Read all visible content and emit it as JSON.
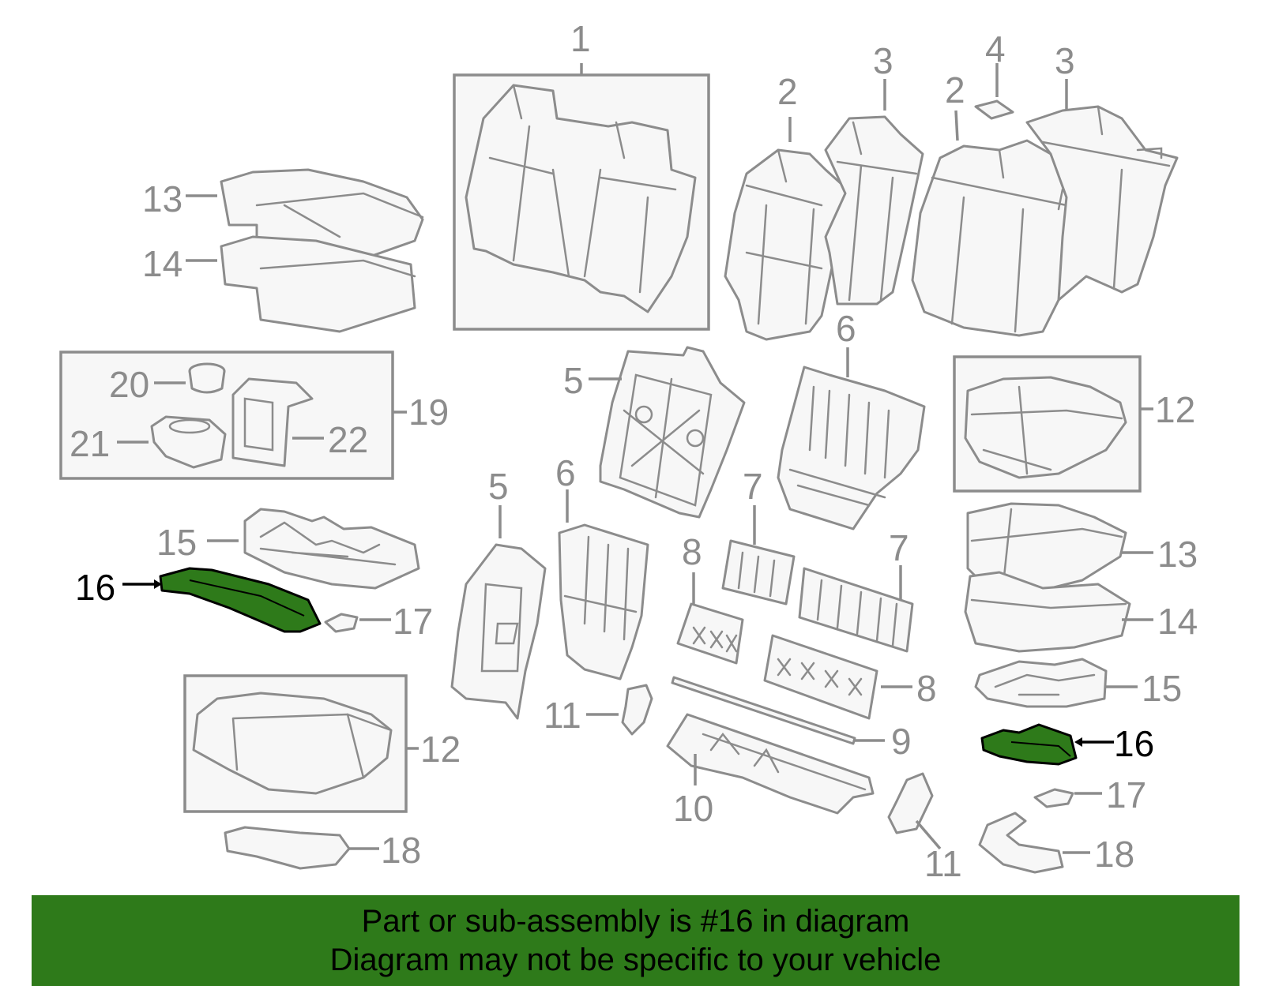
{
  "colors": {
    "part_stroke": "#8c8c8c",
    "highlight_fill": "#2e7a1a",
    "banner_bg": "#2e7a1a",
    "label_text": "#8c8c8c",
    "highlight_text": "#000000"
  },
  "labels": {
    "l1": "1",
    "l2a": "2",
    "l3a": "3",
    "l4": "4",
    "l2b": "2",
    "l3b": "3",
    "l13a": "13",
    "l14a": "14",
    "l20": "20",
    "l21": "21",
    "l22": "22",
    "l19": "19",
    "l5a": "5",
    "l6a": "6",
    "l12a": "12",
    "l15a": "15",
    "l16a": "16",
    "l17a": "17",
    "l5b": "5",
    "l6b": "6",
    "l7a": "7",
    "l8a": "8",
    "l7b": "7",
    "l13b": "13",
    "l14b": "14",
    "l8b": "8",
    "l15b": "15",
    "l11a": "11",
    "l9": "9",
    "l16b": "16",
    "l12b": "12",
    "l10": "10",
    "l17b": "17",
    "l11b": "11",
    "l18a": "18",
    "l18b": "18"
  },
  "banner": {
    "line1": "Part or sub-assembly is #16 in diagram",
    "line2": "Diagram may not be specific to your vehicle"
  }
}
